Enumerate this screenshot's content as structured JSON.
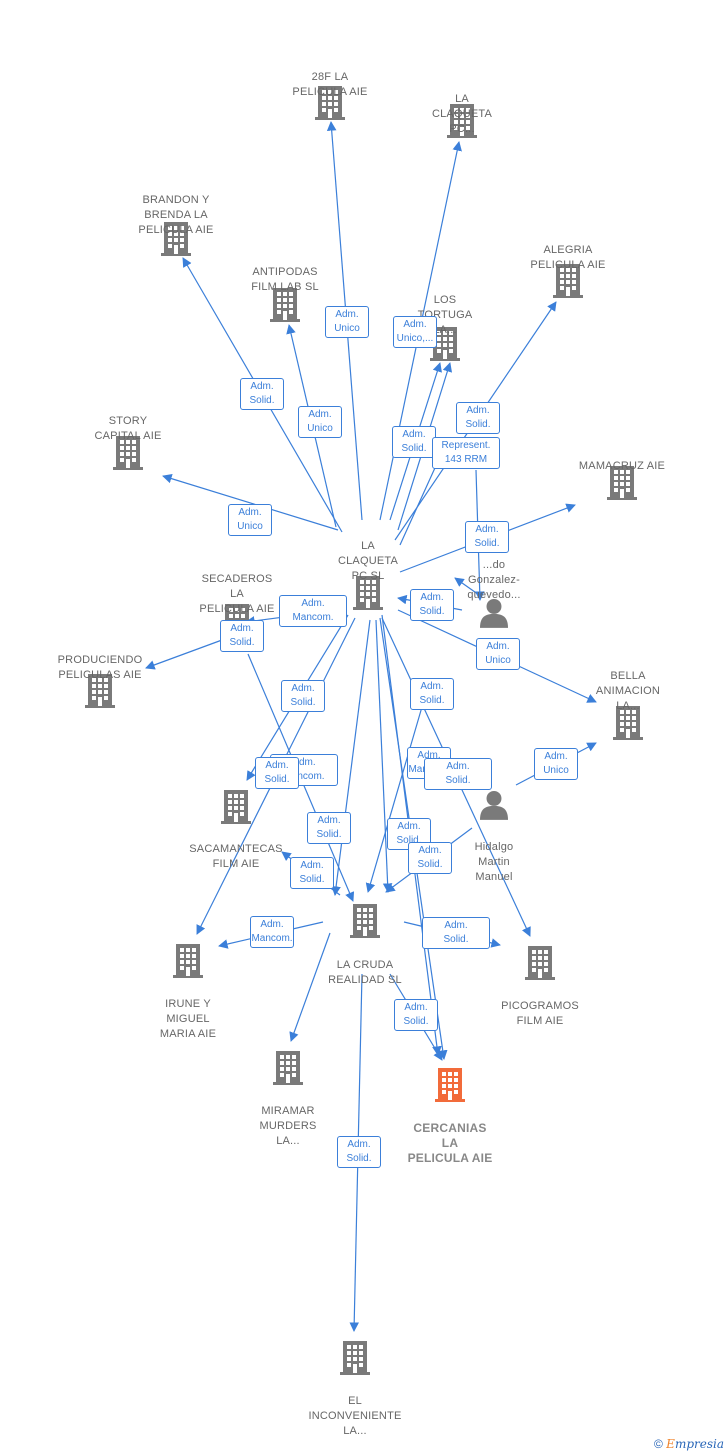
{
  "colors": {
    "edge": "#3b7fd9",
    "company": "#7a7a7a",
    "focus_company": "#f26b3a",
    "person": "#7a7a7a"
  },
  "nodes": [
    {
      "id": "n28f",
      "type": "company",
      "label": "28F LA\nPELICULA  AIE"
    },
    {
      "id": "nclaqpc",
      "type": "company",
      "label": "LA\nCLAQUETA\nPC..."
    },
    {
      "id": "nbrandon",
      "type": "company",
      "label": "BRANDON Y\nBRENDA LA\nPELICULA  AIE"
    },
    {
      "id": "nantipodas",
      "type": "company",
      "label": "ANTIPODAS\nFILM LAB  SL"
    },
    {
      "id": "nlostortuga",
      "type": "company",
      "label": "LOS\nTORTUGA\nLA..."
    },
    {
      "id": "nalegria",
      "type": "company",
      "label": "ALEGRIA\nPELICULA AIE"
    },
    {
      "id": "nstory",
      "type": "company",
      "label": "STORY\nCAPITAL  AIE"
    },
    {
      "id": "nmamacruz",
      "type": "company",
      "label": "MAMACRUZ  AIE"
    },
    {
      "id": "nclaqueta",
      "type": "company",
      "label": "LA\nCLAQUETA\nPC SL"
    },
    {
      "id": "nsecaderos",
      "type": "company",
      "label": "SECADEROS\nLA\nPELICULA  AIE"
    },
    {
      "id": "ngonzalez",
      "type": "person",
      "label": "...do\nGonzalez-\nquevedo..."
    },
    {
      "id": "nproduciendo",
      "type": "company",
      "label": "PRODUCIENDO\nPELICULAS  AIE"
    },
    {
      "id": "nbella",
      "type": "company",
      "label": "BELLA\nANIMACION\nLA..."
    },
    {
      "id": "nsacamantecas",
      "type": "company",
      "label": "SACAMANTECAS\nFILM  AIE"
    },
    {
      "id": "nhidalgo",
      "type": "person",
      "label": "Hidalgo\nMartin\nManuel"
    },
    {
      "id": "ncruda",
      "type": "company",
      "label": "LA CRUDA\nREALIDAD  SL"
    },
    {
      "id": "nirune",
      "type": "company",
      "label": "IRUNE Y\nMIGUEL\nMARIA  AIE"
    },
    {
      "id": "npicogramos",
      "type": "company",
      "label": "PICOGRAMOS\nFILM AIE"
    },
    {
      "id": "nmiramar",
      "type": "company",
      "label": "MIRAMAR\nMURDERS\nLA..."
    },
    {
      "id": "ncercanias",
      "type": "focus",
      "label": "CERCANIAS\nLA\nPELICULA AIE"
    },
    {
      "id": "ninconveniente",
      "type": "company",
      "label": "EL\nINCONVENIENTE\nLA..."
    }
  ],
  "edge_labels": [
    {
      "id": "e1",
      "text": "Adm.\nUnico"
    },
    {
      "id": "e2",
      "text": "Adm.\nUnico,..."
    },
    {
      "id": "e3",
      "text": "Adm.\nSolid."
    },
    {
      "id": "e4",
      "text": "Adm.\nUnico"
    },
    {
      "id": "e5",
      "text": "Adm.\nSolid."
    },
    {
      "id": "e6",
      "text": "Adm.\nSolid."
    },
    {
      "id": "e7",
      "text": "Represent.\n143 RRM"
    },
    {
      "id": "e8",
      "text": "Adm.\nUnico"
    },
    {
      "id": "e9",
      "text": "Adm.\nSolid."
    },
    {
      "id": "e10",
      "text": "Adm.\nMancom."
    },
    {
      "id": "e11",
      "text": "Adm.\nSolid."
    },
    {
      "id": "e12",
      "text": "Adm.\nUnico"
    },
    {
      "id": "e13",
      "text": "Adm.\nSolid."
    },
    {
      "id": "e14",
      "text": "Adm.\nSolid."
    },
    {
      "id": "e15",
      "text": "Adm.\nSolid."
    },
    {
      "id": "e16",
      "text": "Adm.\nMancom."
    },
    {
      "id": "e17",
      "text": "Adm.\nSolid."
    },
    {
      "id": "e18",
      "text": "Adm.\nSolid."
    },
    {
      "id": "e19",
      "text": "Adm.\nMancom."
    },
    {
      "id": "e20",
      "text": "Adm.\nSolid."
    },
    {
      "id": "e21",
      "text": "Adm.\nUnico"
    },
    {
      "id": "e22",
      "text": "Adm.\nSolid."
    },
    {
      "id": "e23",
      "text": "Adm.\nSolid."
    },
    {
      "id": "e24",
      "text": "Adm.\nSolid."
    },
    {
      "id": "e25",
      "text": "Adm.\nMancom."
    },
    {
      "id": "e26",
      "text": "Adm.\nSolid."
    },
    {
      "id": "e27",
      "text": "Adm.\nSolid."
    },
    {
      "id": "e28",
      "text": "Adm.\nSolid."
    }
  ],
  "footer": {
    "copyright": "©",
    "brand_initial": "E",
    "brand_rest": "mpresia"
  }
}
